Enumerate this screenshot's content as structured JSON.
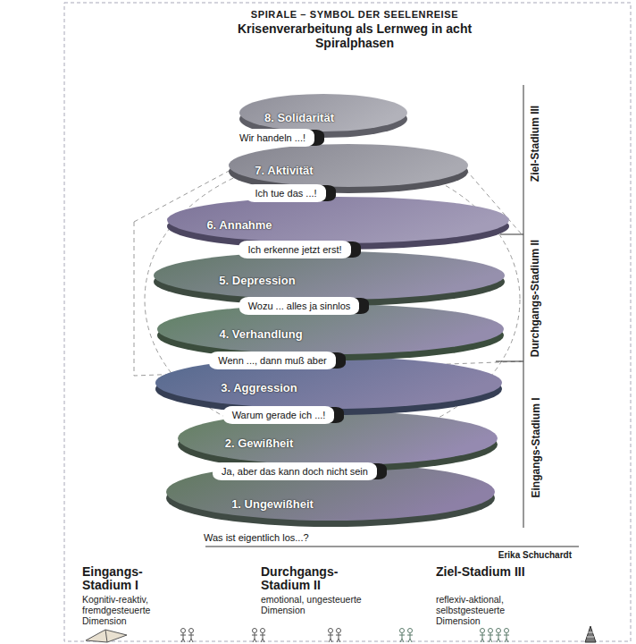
{
  "diagram": {
    "title": "Krisenverarbeitung als Lernweg in acht Spiralphasen",
    "nodes": [
      {
        "text": [
          "1. Ungewißheit",
          "Was ist eigentlich los...?"
        ]
      },
      {
        "text": [
          "2. Gewißheit",
          "Ja, aber das kann doch nicht sein"
        ]
      },
      {
        "text": [
          "3. Aggression",
          "Warum gerade ich ...!"
        ]
      },
      {
        "text": [
          "4. Verhandlung",
          "Wenn ..., dann muß aber"
        ]
      },
      {
        "text": [
          "5. Depression",
          "Wozu ... alles ja sinnlos"
        ]
      },
      {
        "text": [
          "6. Annahme",
          "Ich erkenne jetzt erst!"
        ]
      },
      {
        "text": [
          "7. Aktivität",
          "Ich tue das ...!"
        ]
      },
      {
        "text": [
          "8. Solidarität",
          "Wir handeln ...!"
        ]
      }
    ],
    "labels": [
      "SPIRALE – SYMBOL DER SEELENREISE",
      "Erika Schuchardt",
      "Ziel-Stadium III",
      "Durchgangs-Stadium II",
      "Eingangs-Stadium I",
      "Eingangs-Stadium I",
      "Kognitiv-reaktiv, fremdgesteuerte Dimension",
      "Durchgangs-Stadium II",
      "emotional, ungesteuerte Dimension",
      "Ziel-Stadium III",
      "reflexiv-aktional, selbstgesteuerte Dimension"
    ]
  }
}
